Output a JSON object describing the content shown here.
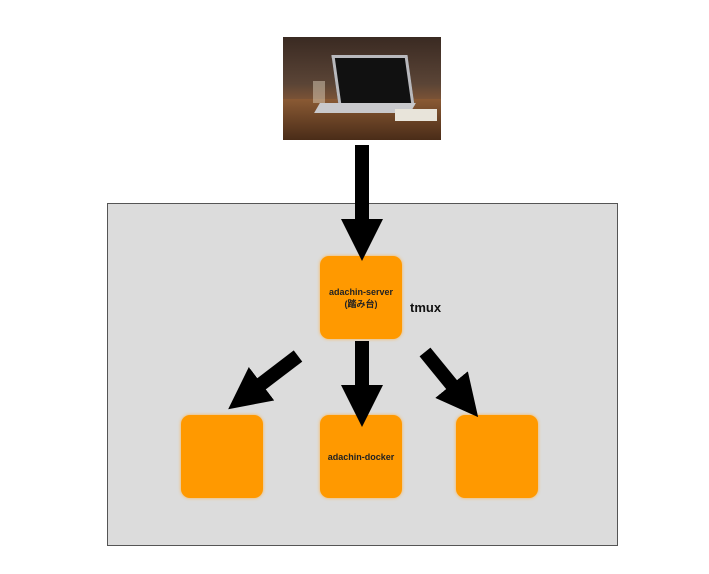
{
  "nodes": {
    "server": {
      "line1": "adachin-server",
      "line2": "(踏み台)"
    },
    "left": {
      "label": ""
    },
    "docker": {
      "label": "adachin-docker"
    },
    "right": {
      "label": ""
    }
  },
  "tmux_label": "tmux",
  "colors": {
    "node": "#ff9900",
    "frame": "#dcdcdc",
    "arrow": "#000000"
  }
}
